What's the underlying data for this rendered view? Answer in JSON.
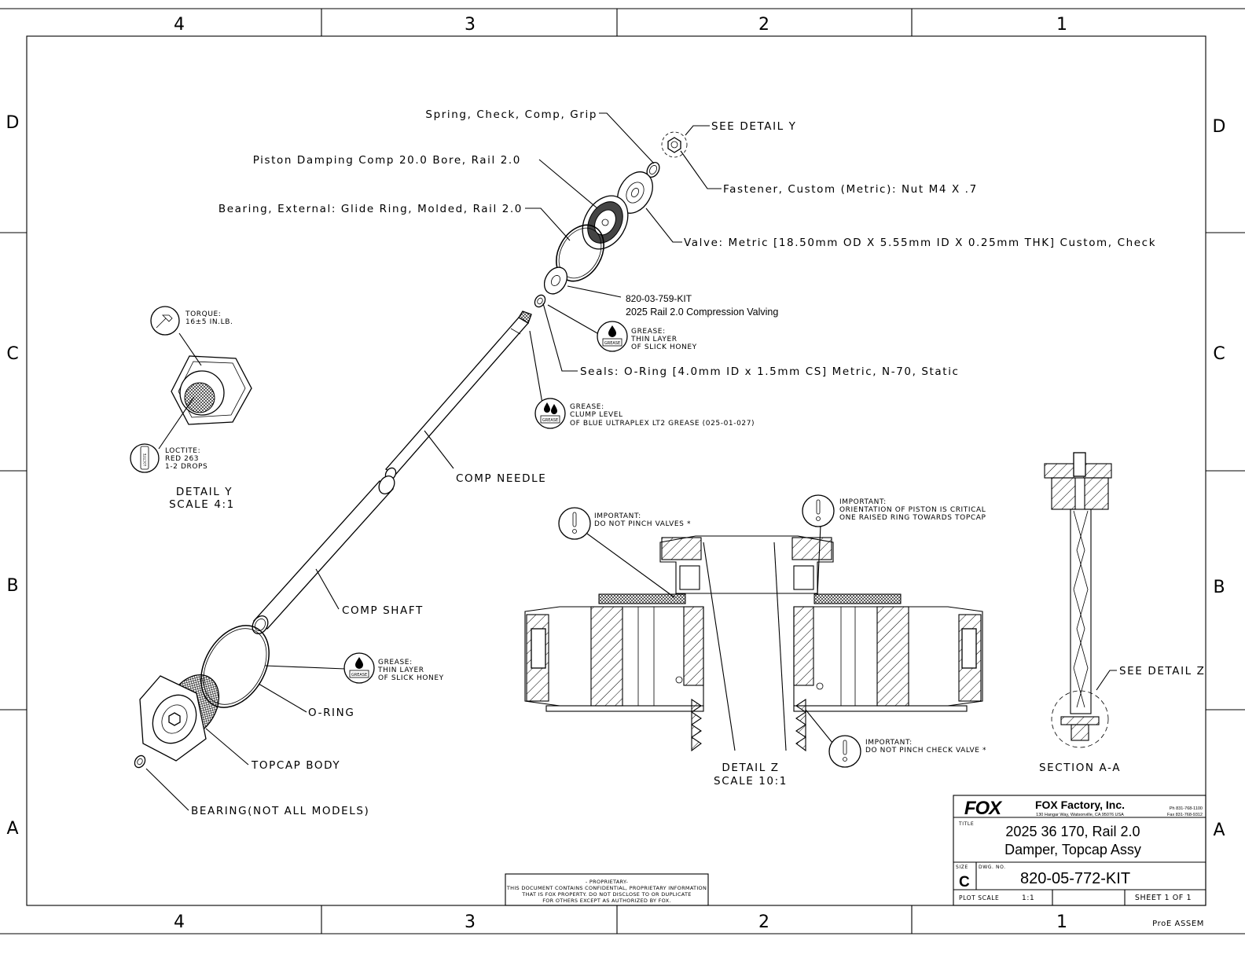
{
  "zones": {
    "columns": [
      "4",
      "3",
      "2",
      "1"
    ],
    "rows": [
      "D",
      "C",
      "B",
      "A"
    ]
  },
  "labels": {
    "spring": "Spring, Check, Comp, Grip",
    "piston": "Piston Damping Comp 20.0 Bore, Rail 2.0",
    "bearing_external": "Bearing, External: Glide Ring, Molded, Rail 2.0",
    "see_detail_y": "SEE DETAIL Y",
    "fastener": "Fastener, Custom (Metric): Nut M4 X .7",
    "valve": "Valve: Metric [18.50mm OD X 5.55mm ID X 0.25mm THK] Custom, Check",
    "kit_number": "820-03-759-KIT",
    "kit_desc": "2025 Rail 2.0 Compression Valving",
    "seals": "Seals: O-Ring [4.0mm ID x 1.5mm CS] Metric, N-70, Static",
    "comp_needle": "COMP NEEDLE",
    "comp_shaft": "COMP SHAFT",
    "o_ring": "O-RING",
    "topcap_body": "TOPCAP BODY",
    "bearing_not_all": "BEARING(NOT ALL MODELS)",
    "see_detail_z": "SEE DETAIL Z",
    "section_aa": "SECTION A-A"
  },
  "notes": {
    "torque": [
      "TORQUE:",
      "16±5 IN.LB."
    ],
    "loctite": [
      "LOCTITE:",
      "RED 263",
      "1-2 DROPS"
    ],
    "detail_y": [
      "DETAIL Y",
      "SCALE 4:1"
    ],
    "grease_valve": [
      "GREASE:",
      "THIN LAYER",
      "OF SLICK HONEY"
    ],
    "grease_needle": [
      "GREASE:",
      "CLUMP LEVEL",
      "OF BLUE ULTRAPLEX LT2 GREASE (025-01-027)"
    ],
    "grease_oring": [
      "GREASE:",
      "THIN LAYER",
      "OF SLICK HONEY"
    ],
    "important_valves": [
      "IMPORTANT:",
      "DO NOT PINCH VALVES *"
    ],
    "important_orientation": [
      "IMPORTANT:",
      "ORIENTATION OF PISTON IS CRITICAL",
      "ONE RAISED RING TOWARDS TOPCAP"
    ],
    "important_check": [
      "IMPORTANT:",
      "DO NOT PINCH CHECK VALVE *"
    ],
    "detail_z": [
      "DETAIL Z",
      "SCALE 10:1"
    ],
    "grease_icon_text": "GREASE",
    "loctite_icon_text": "LOCTITE"
  },
  "proprietary": [
    "- PROPRIETARY-",
    "THIS DOCUMENT CONTAINS CONFIDENTIAL, PROPRIETARY INFORMATION",
    "THAT IS FOX PROPERTY.  DO NOT DISCLOSE TO OR DUPLICATE",
    "FOR OTHERS EXCEPT AS AUTHORIZED BY FOX."
  ],
  "title_block": {
    "logo": "FOX",
    "company": "FOX Factory, Inc.",
    "address": "130 Hangar Way, Watsonville, CA 95076 USA",
    "phone": "Ph 831-768-1100",
    "fax": "Fax 831-768-9312",
    "title_label": "TITLE",
    "title_line1": "2025 36 170, Rail 2.0",
    "title_line2": "Damper, Topcap Assy",
    "size_label": "SIZE",
    "size": "C",
    "dwg_label": "DWG. NO.",
    "dwg_no": "820-05-772-KIT",
    "plot_scale_label": "PLOT SCALE",
    "plot_scale": "1:1",
    "sheet": "SHEET 1 OF 1",
    "proe": "ProE ASSEM"
  }
}
